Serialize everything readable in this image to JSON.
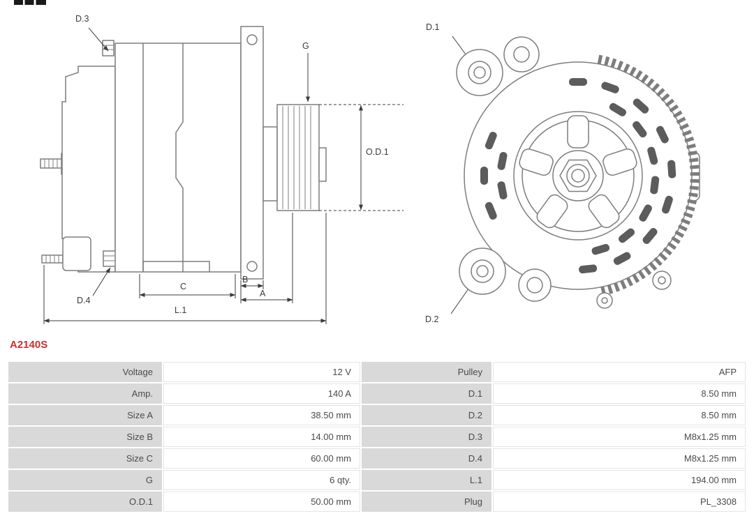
{
  "part": {
    "number": "A2140S"
  },
  "diagram": {
    "labels": {
      "d3": "D.3",
      "d4": "D.4",
      "g": "G",
      "od1": "O.D.1",
      "a": "A",
      "b": "B",
      "c": "C",
      "l1": "L.1",
      "d1": "D.1",
      "d2": "D.2"
    }
  },
  "spec_table": {
    "rows": [
      {
        "label_left": "Voltage",
        "value_left": "12 V",
        "label_right": "Pulley",
        "value_right": "AFP"
      },
      {
        "label_left": "Amp.",
        "value_left": "140 A",
        "label_right": "D.1",
        "value_right": "8.50 mm"
      },
      {
        "label_left": "Size A",
        "value_left": "38.50 mm",
        "label_right": "D.2",
        "value_right": "8.50 mm"
      },
      {
        "label_left": "Size B",
        "value_left": "14.00 mm",
        "label_right": "D.3",
        "value_right": "M8x1.25 mm"
      },
      {
        "label_left": "Size C",
        "value_left": "60.00 mm",
        "label_right": "D.4",
        "value_right": "M8x1.25 mm"
      },
      {
        "label_left": "G",
        "value_left": "6 qty.",
        "label_right": "L.1",
        "value_right": "194.00 mm"
      },
      {
        "label_left": "O.D.1",
        "value_left": "50.00 mm",
        "label_right": "Plug",
        "value_right": "PL_3308"
      }
    ]
  },
  "colors": {
    "accent_red": "#d22d2d",
    "table_label_bg": "#d9d9d9",
    "line_gray": "#7d7d7d"
  }
}
